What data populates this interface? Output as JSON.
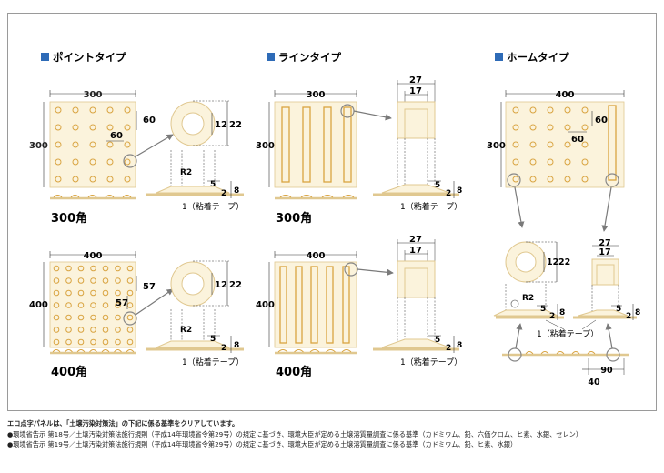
{
  "sections": {
    "point": {
      "title": "ポイントタイプ"
    },
    "line": {
      "title": "ラインタイプ"
    },
    "home": {
      "title": "ホームタイプ"
    }
  },
  "colors": {
    "tile": "#fbf3dc",
    "tile_edge": "#e0c890",
    "dot": "#d9a441",
    "accent": "#2e6bb7",
    "arrow": "#7a7a7a"
  },
  "labels": {
    "point_300_width": "300",
    "point_300_height": "300",
    "point_300_pitch_h": "60",
    "point_300_pitch_v": "60",
    "point_300_dia_inner": "12",
    "point_300_dia_outer": "22",
    "point_300_radius": "R2",
    "point_300_h5": "5",
    "point_300_h2": "2",
    "point_300_h8": "8",
    "point_300_tape": "1（粘着テープ）",
    "point_300_size": "300角",
    "point_400_width": "400",
    "point_400_height": "400",
    "point_400_pitch_h": "57",
    "point_400_pitch_v": "57",
    "point_400_dia_inner": "12",
    "point_400_dia_outer": "22",
    "point_400_radius": "R2",
    "point_400_h5": "5",
    "point_400_h2": "2",
    "point_400_h8": "8",
    "point_400_tape": "1（粘着テープ）",
    "point_400_size": "400角",
    "line_300_width": "300",
    "line_300_height": "300",
    "line_300_w27": "27",
    "line_300_w17": "17",
    "line_300_h5": "5",
    "line_300_h2": "2",
    "line_300_h8": "8",
    "line_300_tape": "1（粘着テープ）",
    "line_300_size": "300角",
    "line_400_width": "400",
    "line_400_height": "400",
    "line_400_w27": "27",
    "line_400_w17": "17",
    "line_400_h5": "5",
    "line_400_h2": "2",
    "line_400_h8": "8",
    "line_400_tape": "1（粘着テープ）",
    "line_400_size": "400角",
    "home_width": "400",
    "home_height": "300",
    "home_pitch_h": "60",
    "home_pitch_v": "60",
    "home_dia_inner": "12",
    "home_dia_outer": "22",
    "home_radius": "R2",
    "home_h5a": "5",
    "home_h2a": "2",
    "home_h8a": "8",
    "home_w27": "27",
    "home_w17": "17",
    "home_h5b": "5",
    "home_h2b": "2",
    "home_h8b": "8",
    "home_tape": "1（粘着テープ）",
    "home_w90": "90",
    "home_w40": "40"
  },
  "notes": {
    "heading": "エコ点字パネルは、「土壌汚染対策法」の下記に係る基準をクリアしています。",
    "line1": "●環境省告示 第18号／土壌汚染対策法施行規則（平成14年環境省令第29号）の規定に基づき、環境大臣が定める土壌溶質量調査に係る基準（カドミウム、鉛、六価クロム、ヒ素、水銀、セレン）",
    "line2": "●環境省告示 第19号／土壌汚染対策法施行規則（平成14年環境省令第29号）の規定に基づき、環境大臣が定める土壌溶質量調査に係る基準（カドミウム、鉛、ヒ素、水銀）"
  }
}
